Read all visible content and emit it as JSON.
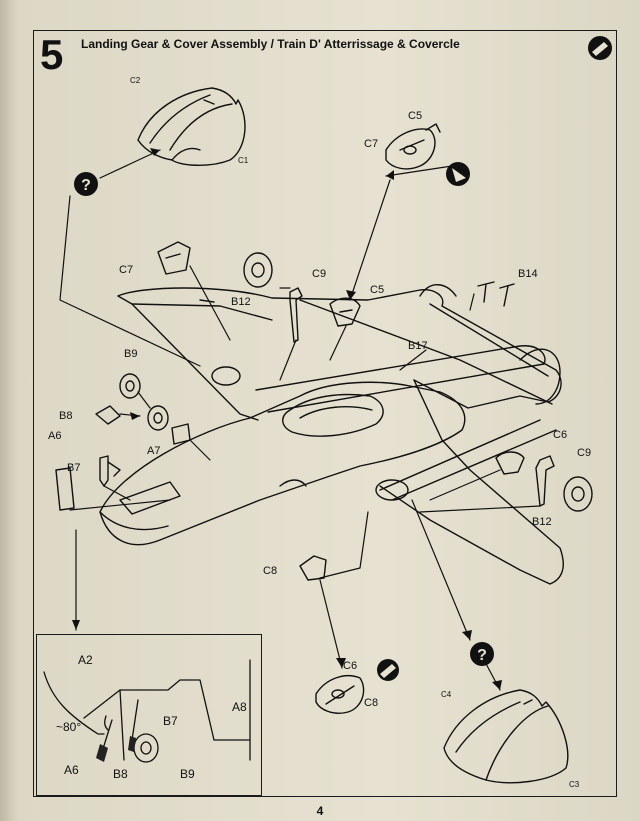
{
  "step": {
    "number": "5",
    "title": "Landing Gear & Cover Assembly / Train D' Atterrissage & Covercle"
  },
  "page_number": "4",
  "icons": {
    "top_right": "glue-tube-icon",
    "glue": "glue-tube-icon",
    "paint": "paint-drop-icon"
  },
  "labels": {
    "c2_top": "C2",
    "c1_top": "C1",
    "c5_top": "C5",
    "c7_top": "C7",
    "c7_left": "C7",
    "c9_left": "C9",
    "b12_left": "B12",
    "c5_mid": "C5",
    "b14": "B14",
    "b17": "B17",
    "b9_left": "B9",
    "b8_left": "B8",
    "a6_left": "A6",
    "a7": "A7",
    "b7_left": "B7",
    "c6_right": "C6",
    "c9_right": "C9",
    "b12_right": "B12",
    "c8_mid": "C8",
    "c6_bottom": "C6",
    "c8_bottom": "C8",
    "c4": "C4",
    "c3": "C3"
  },
  "inset": {
    "a2": "A2",
    "angle": "~80°",
    "b7": "B7",
    "a8": "A8",
    "a6": "A6",
    "b8": "B8",
    "b9": "B9"
  }
}
